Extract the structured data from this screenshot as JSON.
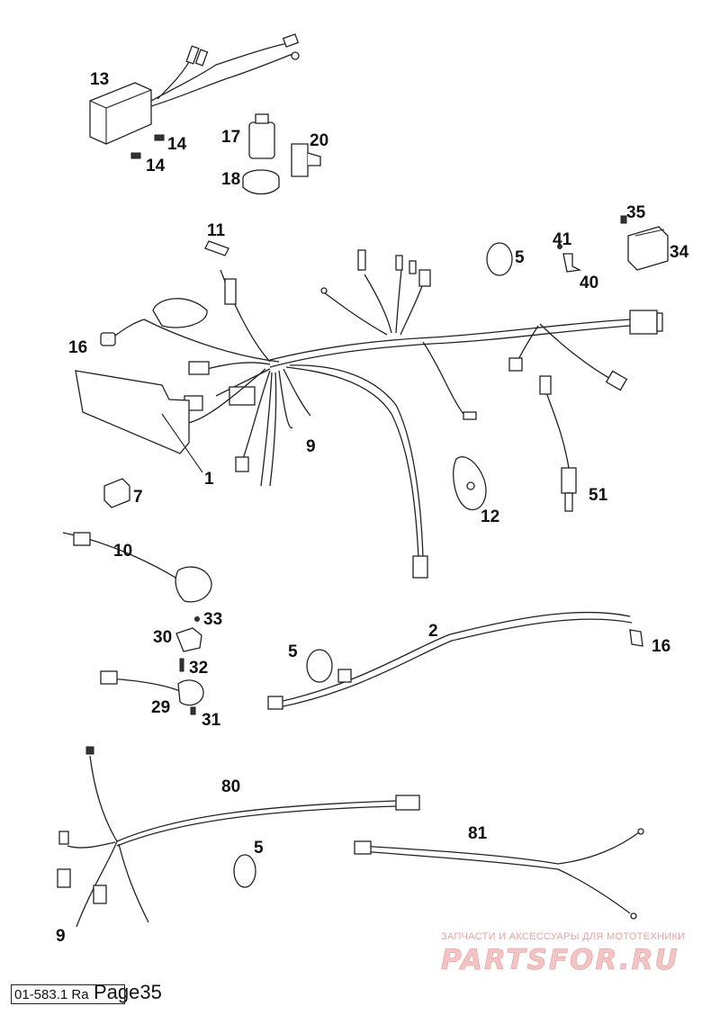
{
  "callouts": {
    "c13": "13",
    "c14a": "14",
    "c14b": "14",
    "c17": "17",
    "c18": "18",
    "c20": "20",
    "c11": "11",
    "c16a": "16",
    "c1": "1",
    "c9a": "9",
    "c7": "7",
    "c5a": "5",
    "c41": "41",
    "c40": "40",
    "c35": "35",
    "c34": "34",
    "c12": "12",
    "c51": "51",
    "c10": "10",
    "c33": "33",
    "c30": "30",
    "c32": "32",
    "c29": "29",
    "c31": "31",
    "c2": "2",
    "c5b": "5",
    "c16b": "16",
    "c80": "80",
    "c5c": "5",
    "c81": "81",
    "c9b": "9"
  },
  "watermark": {
    "tagline": "ЗАПЧАСТИ И АКСЕССУАРЫ ДЛЯ МОТОТЕХНИКИ",
    "brand": "PARTSFOR.RU"
  },
  "footer": {
    "code": "01-583.1 Ra",
    "page": "Page35"
  }
}
